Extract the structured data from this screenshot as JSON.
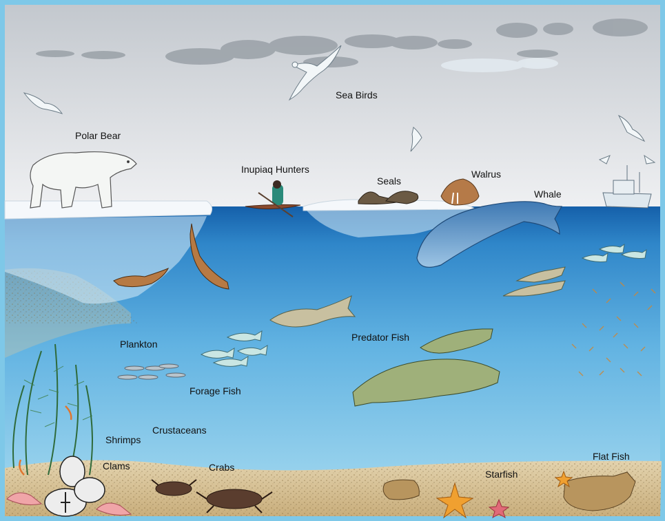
{
  "labels": {
    "sea_birds": "Sea Birds",
    "polar_bear": "Polar Bear",
    "inupiaq_hunters": "Inupiaq Hunters",
    "seals": "Seals",
    "walrus": "Walrus",
    "whale": "Whale",
    "plankton": "Plankton",
    "predator_fish": "Predator Fish",
    "forage_fish": "Forage Fish",
    "crustaceans": "Crustaceans",
    "shrimps": "Shrimps",
    "clams": "Clams",
    "crabs": "Crabs",
    "starfish": "Starfish",
    "flat_fish": "Flat Fish"
  },
  "colors": {
    "frame": "#7ec8e8",
    "sky_top": "#c6ccd2",
    "sky_bottom": "#eef0f2",
    "water_surface": "#1d6fb8",
    "water_mid": "#4aa3dc",
    "water_deep": "#9dd6ee",
    "ice": "#f4f8fb",
    "seafloor": "#d9c49a"
  }
}
